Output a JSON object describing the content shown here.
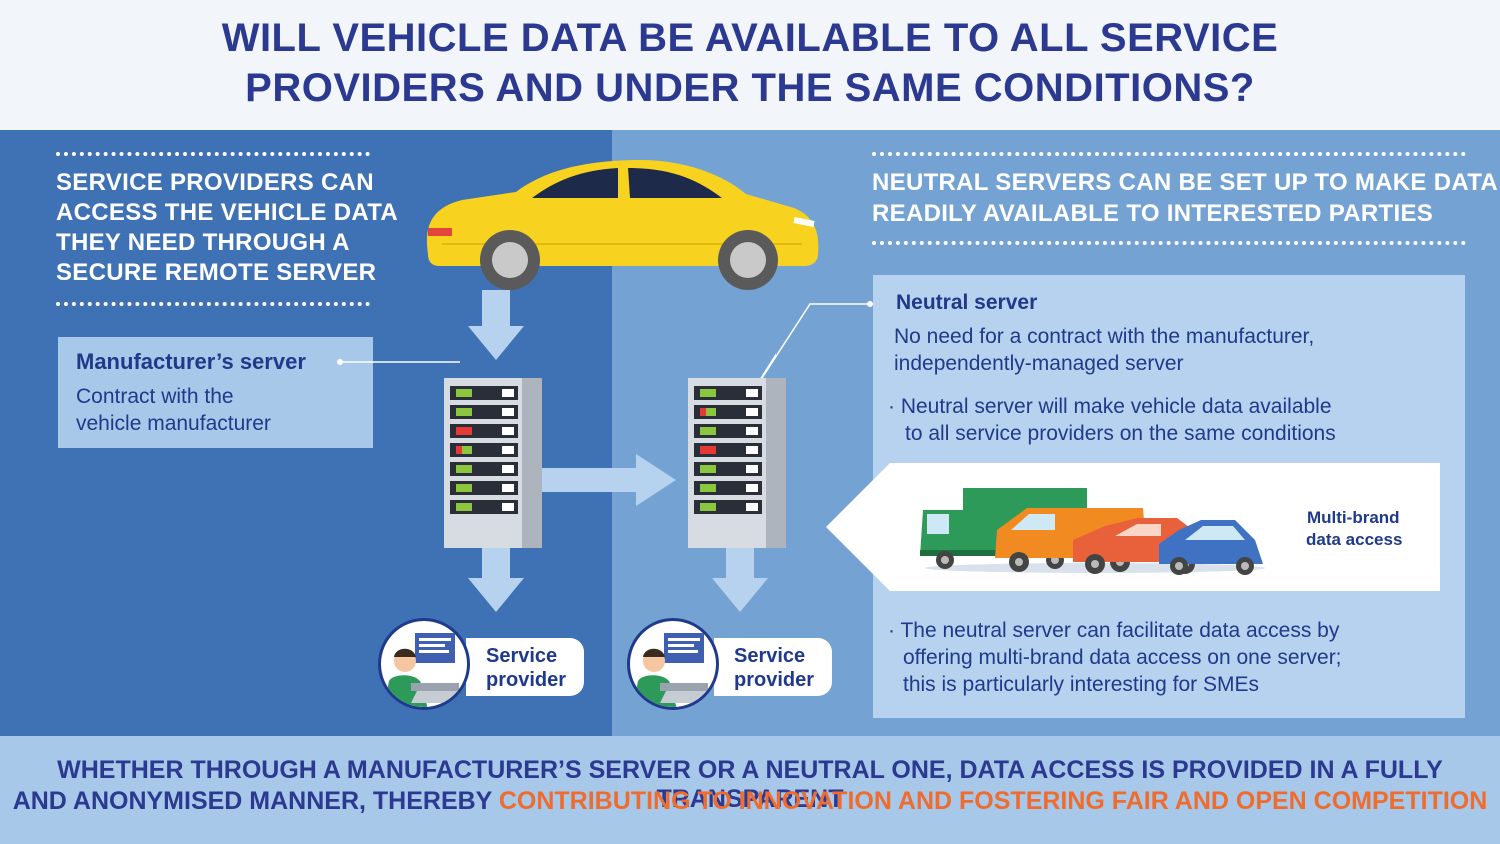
{
  "header": {
    "title_line1": "WILL VEHICLE DATA BE AVAILABLE TO ALL SERVICE",
    "title_line2": "PROVIDERS AND UNDER THE SAME CONDITIONS?"
  },
  "left": {
    "caption_lines": [
      "SERVICE PROVIDERS CAN",
      "ACCESS THE VEHICLE DATA",
      "THEY NEED THROUGH A",
      "SECURE REMOTE SERVER"
    ],
    "manufacturer_box": {
      "title": "Manufacturer’s server",
      "line1": "Contract with the",
      "line2": "vehicle manufacturer"
    },
    "service_provider": {
      "line1": "Service",
      "line2": "provider"
    }
  },
  "right": {
    "caption_lines": [
      "NEUTRAL SERVERS CAN BE SET UP TO MAKE DATA",
      "READILY AVAILABLE TO INTERESTED PARTIES"
    ],
    "neutral_box": {
      "title": "Neutral server",
      "line1": "No need for a contract with the manufacturer,",
      "line2": "independently-managed server",
      "bullet1_line1": "· Neutral server will make vehicle data available",
      "bullet1_line2": "to all service providers on the same conditions",
      "multibrand_line1": "Multi-brand",
      "multibrand_line2": "data access",
      "bullet2_line1": "· The neutral server can facilitate data access by",
      "bullet2_line2": "offering multi-brand data access on one server;",
      "bullet2_line3": "this is particularly interesting for SMEs"
    },
    "service_provider": {
      "line1": "Service",
      "line2": "provider"
    }
  },
  "footer": {
    "line1": "WHETHER THROUGH A MANUFACTURER’S SERVER OR A NEUTRAL ONE, DATA ACCESS IS PROVIDED IN A FULLY TRANSPARENT",
    "line2_prefix": "AND ANONYMISED MANNER, THEREBY ",
    "line2_highlight": "CONTRIBUTING TO INNOVATION AND FOSTERING FAIR AND OPEN COMPETITION"
  },
  "colors": {
    "navy": "#2b3990",
    "left_panel": "#3f71b5",
    "right_panel": "#74a3d3",
    "footer_bg": "#a7c8e8",
    "highlight": "#ef6c2f",
    "car_yellow": "#f7d21e"
  },
  "icons": [
    "car-icon",
    "server-icon",
    "arrow-down-icon",
    "arrow-right-icon",
    "person-laptop-icon",
    "vehicles-icon"
  ]
}
